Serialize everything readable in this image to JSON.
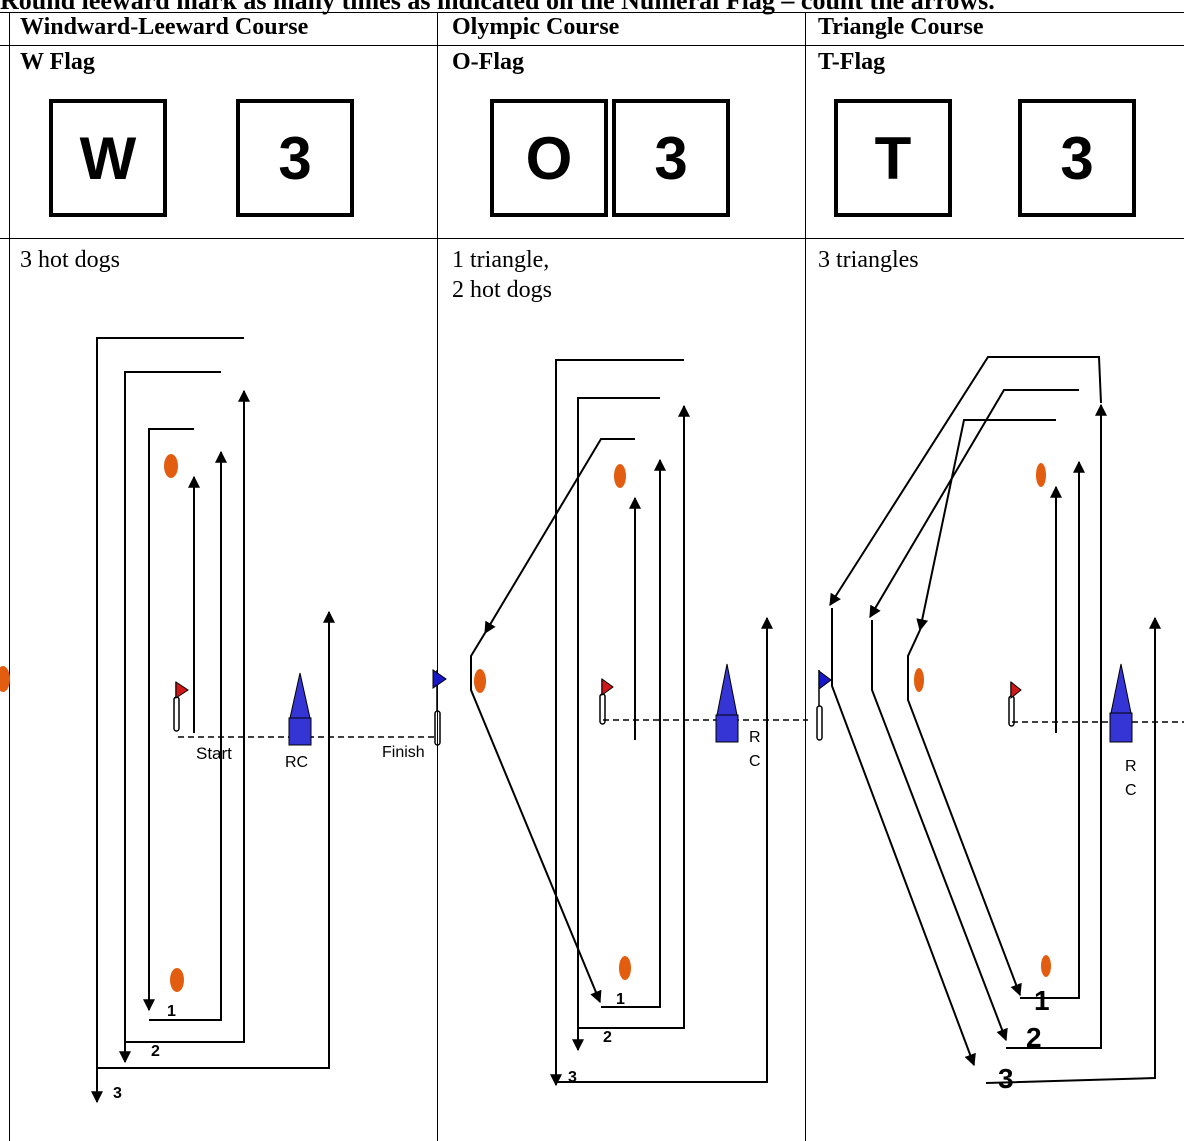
{
  "top_text": "Round leeward mark as many times as indicated on the Numeral Flag – count the arrows.",
  "columns": [
    {
      "title": "Windward-Leeward Course",
      "flag_label": "W Flag",
      "letter_flag": "W",
      "numeral_flag": "3",
      "description": "3 hot dogs"
    },
    {
      "title": "Olympic Course",
      "flag_label": "O-Flag",
      "letter_flag": "O",
      "numeral_flag": "3",
      "description": "1 triangle,\n2 hot dogs"
    },
    {
      "title": "Triangle Course",
      "flag_label": "T-Flag",
      "letter_flag": "T",
      "numeral_flag": "3",
      "description": "3 triangles"
    }
  ],
  "diagram_labels": {
    "start": "Start",
    "finish": "Finish",
    "rc": "RC",
    "rc_r": "R",
    "rc_c": "C",
    "lap_1": "1",
    "lap_2": "2",
    "lap_3": "3"
  },
  "colors": {
    "mark": "#e35d10",
    "committee_boat": "#3535d6",
    "pin_flag": "#d01818",
    "finish_flag": "#1818c8"
  }
}
